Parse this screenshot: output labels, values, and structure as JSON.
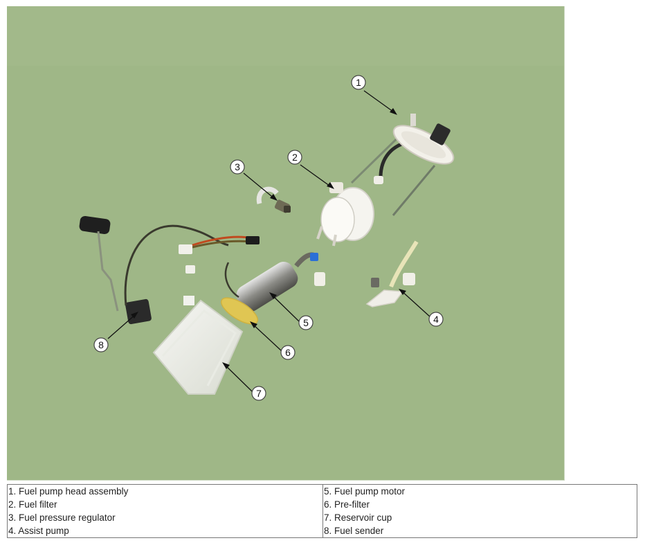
{
  "diagram": {
    "callouts": [
      {
        "number": "1"
      },
      {
        "number": "2"
      },
      {
        "number": "3"
      },
      {
        "number": "4"
      },
      {
        "number": "5"
      },
      {
        "number": "6"
      },
      {
        "number": "7"
      },
      {
        "number": "8"
      }
    ]
  },
  "legend": {
    "left": [
      "1. Fuel pump head assembly",
      "2. Fuel filter",
      "3. Fuel pressure regulator",
      "4. Assist pump"
    ],
    "right": [
      "5. Fuel pump motor",
      "6. Pre-filter",
      "7. Reservoir cup",
      "8. Fuel sender"
    ]
  }
}
